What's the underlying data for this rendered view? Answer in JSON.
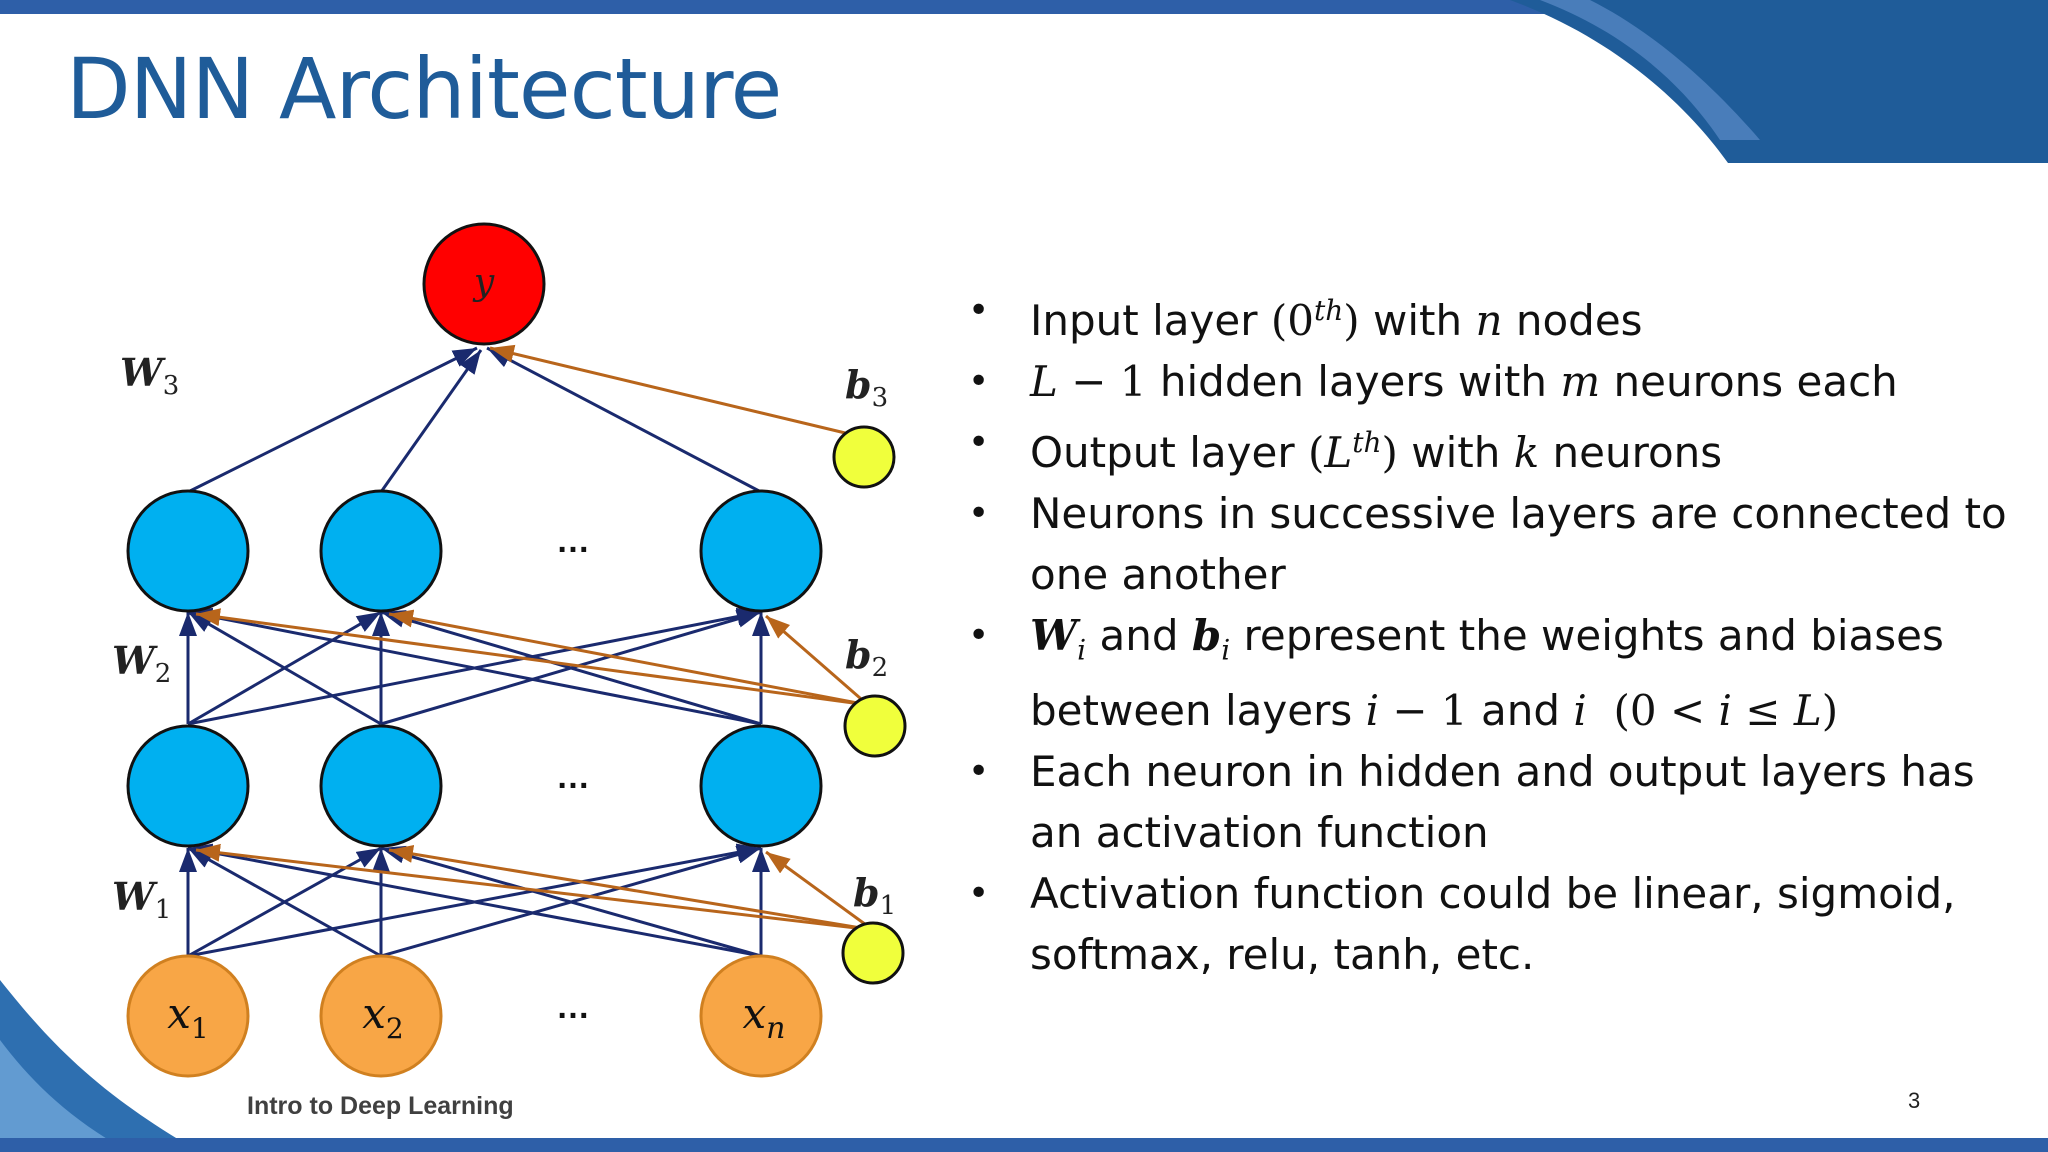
{
  "slide": {
    "title": "DNN Architecture",
    "footer": "Intro to Deep Learning",
    "page_number": "3"
  },
  "diagram": {
    "output_label": "y",
    "weight_labels": [
      {
        "main": "W",
        "sub": "3"
      },
      {
        "main": "W",
        "sub": "2"
      },
      {
        "main": "W",
        "sub": "1"
      }
    ],
    "bias_labels": [
      {
        "main": "b",
        "sub": "3"
      },
      {
        "main": "b",
        "sub": "2"
      },
      {
        "main": "b",
        "sub": "1"
      }
    ],
    "input_labels": [
      {
        "main": "x",
        "sub": "1"
      },
      {
        "main": "x",
        "sub": "2"
      },
      {
        "main": "x",
        "sub": "n"
      }
    ],
    "ellipsis": "…",
    "colors": {
      "output_node": "#FF0000",
      "hidden_node": "#00B0F0",
      "input_node": "#F8A646",
      "bias_node": "#F0FF3C",
      "weight_edge": "#1A2A6E",
      "bias_edge": "#B8651B",
      "title": "#1F5C99"
    }
  },
  "bullets": {
    "b1": {
      "t1": "Input layer ",
      "m1": "(0",
      "sup": "th",
      "m2": ")",
      "t2": " with ",
      "v": "n",
      "t3": " nodes"
    },
    "b2": {
      "v1": "L",
      "m1": " − 1",
      "t1": " hidden layers with ",
      "v2": "m",
      "t2": " neurons each"
    },
    "b3": {
      "t1": "Output layer ",
      "m1": "(",
      "v": "L",
      "sup": "th",
      "m2": ")",
      "t2": " with ",
      "v2": "k",
      "t3": " neurons"
    },
    "b4": {
      "t1": "Neurons in successive layers are connected to one another"
    },
    "b5": {
      "w": "W",
      "wsub": "i",
      "t1": " and ",
      "b": "b",
      "bsub": "i",
      "t2": " represent the weights and biases between layers ",
      "v1": "i",
      "m1": " − 1",
      "t3": "  and ",
      "v2": "i",
      "m2": "  (0 < ",
      "v3": "i",
      "m3": " ≤ ",
      "v4": "L",
      "m4": ")"
    },
    "b6": {
      "t1": "Each neuron in hidden and output layers has an activation function"
    },
    "b7": {
      "t1": "Activation function could be linear, sigmoid, softmax, relu, tanh, etc."
    }
  }
}
